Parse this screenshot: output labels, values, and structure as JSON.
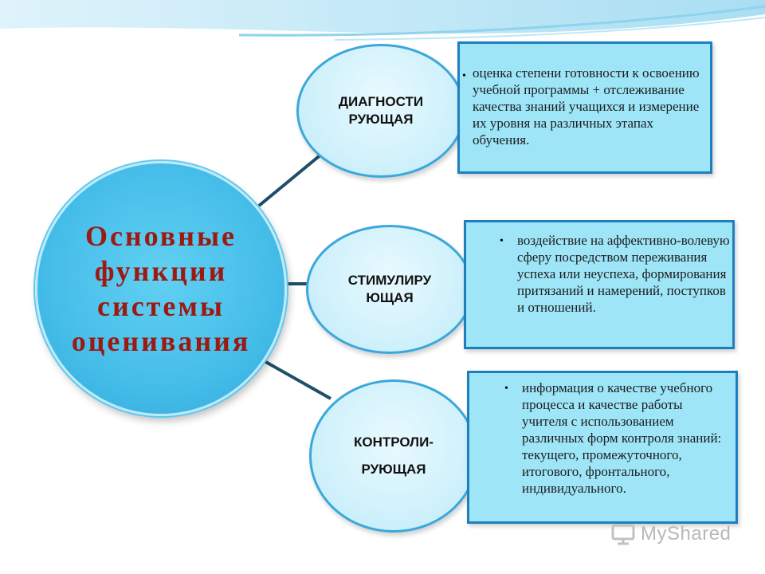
{
  "central": {
    "title": "Основные функции системы оценивания"
  },
  "functions": [
    {
      "label": "ДИАГНОСТИ\nРУЮЩАЯ",
      "description": "оценка степени готовности к освоению учебной программы + отслеживание качества знаний учащихся и измерение их уровня на различных этапах обучения."
    },
    {
      "label": "СТИМУЛИРУ\nЮЩАЯ",
      "description": "воздействие на аффективно-волевую сферу посредством переживания успеха или неуспеха, формирования притязаний и намерений, поступков и отношений."
    },
    {
      "label": "КОНТРОЛИ-\nРУЮЩАЯ",
      "description": "информация о качестве учебного процесса и качестве работы учителя с использованием различных форм контроля знаний: текущего, промежуточного, итогового, фронтального, индивидуального."
    }
  ],
  "watermark": {
    "text": "MyShared"
  },
  "colors": {
    "title": "#9b1a12",
    "box_fill": "#9ee5f8",
    "box_border": "#1e7fc0",
    "circle_fill": "#45bde9"
  }
}
